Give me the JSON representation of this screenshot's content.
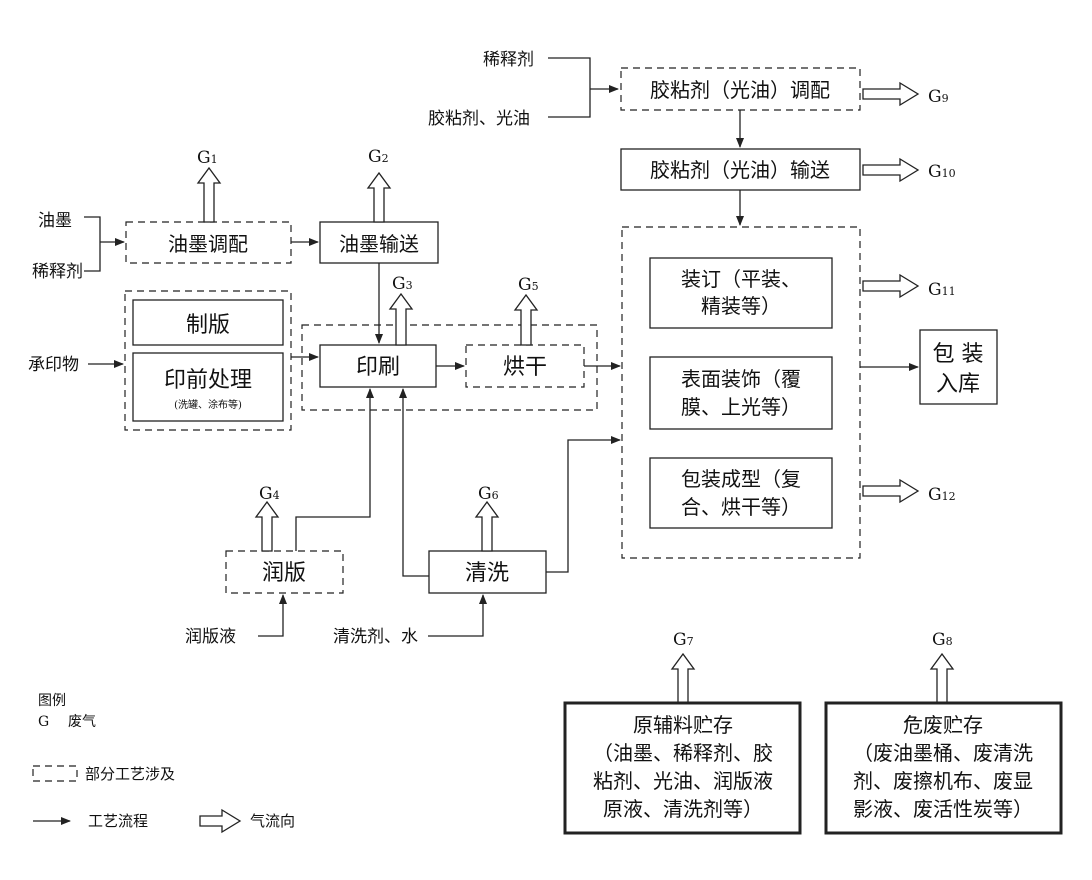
{
  "boxes": {
    "ink_mix": "油墨调配",
    "ink_convey": "油墨输送",
    "plate_making": "制版",
    "prepress_title": "印前处理",
    "prepress_sub": "(洗罐、涂布等)",
    "printing": "印刷",
    "drying": "烘干",
    "fountain": "润版",
    "cleaning": "清洗",
    "glue_mix": "胶粘剂（光油）调配",
    "glue_convey": "胶粘剂（光油）输送",
    "binding_l1": "装订（平装、",
    "binding_l2": "精装等）",
    "decoration_l1": "表面装饰（覆",
    "decoration_l2": "膜、上光等）",
    "forming_l1": "包装成型（复",
    "forming_l2": "合、烘干等）",
    "packing_l1": "包 装",
    "packing_l2": "入库",
    "raw_storage_title": "原辅料贮存",
    "raw_storage_l1": "（油墨、稀释剂、胶",
    "raw_storage_l2": "粘剂、光油、润版液",
    "raw_storage_l3": "原液、清洗剂等）",
    "hazard_storage_title": "危废贮存",
    "hazard_storage_l1": "（废油墨桶、废清洗",
    "hazard_storage_l2": "剂、废擦机布、废显",
    "hazard_storage_l3": "影液、废活性炭等）"
  },
  "inputs": {
    "ink": "油墨",
    "diluent": "稀释剂",
    "substrate": "承印物",
    "fountain_solution": "润版液",
    "cleaner_water": "清洗剂、水",
    "diluent_top": "稀释剂",
    "glue_varnish": "胶粘剂、光油"
  },
  "gas": {
    "G1": {
      "letter": "G",
      "sub": "1"
    },
    "G2": {
      "letter": "G",
      "sub": "2"
    },
    "G3": {
      "letter": "G",
      "sub": "3"
    },
    "G4": {
      "letter": "G",
      "sub": "4"
    },
    "G5": {
      "letter": "G",
      "sub": "5"
    },
    "G6": {
      "letter": "G",
      "sub": "6"
    },
    "G7": {
      "letter": "G",
      "sub": "7"
    },
    "G8": {
      "letter": "G",
      "sub": "8"
    },
    "G9": {
      "letter": "G",
      "sub": "9"
    },
    "G10": {
      "letter": "G",
      "sub": "10"
    },
    "G11": {
      "letter": "G",
      "sub": "11"
    },
    "G12": {
      "letter": "G",
      "sub": "12"
    }
  },
  "legend": {
    "title": "图例",
    "g_symbol": "G",
    "g_desc": "废气",
    "dashed_desc": "部分工艺涉及",
    "process_desc": "工艺流程",
    "gasflow_desc": "气流向"
  }
}
